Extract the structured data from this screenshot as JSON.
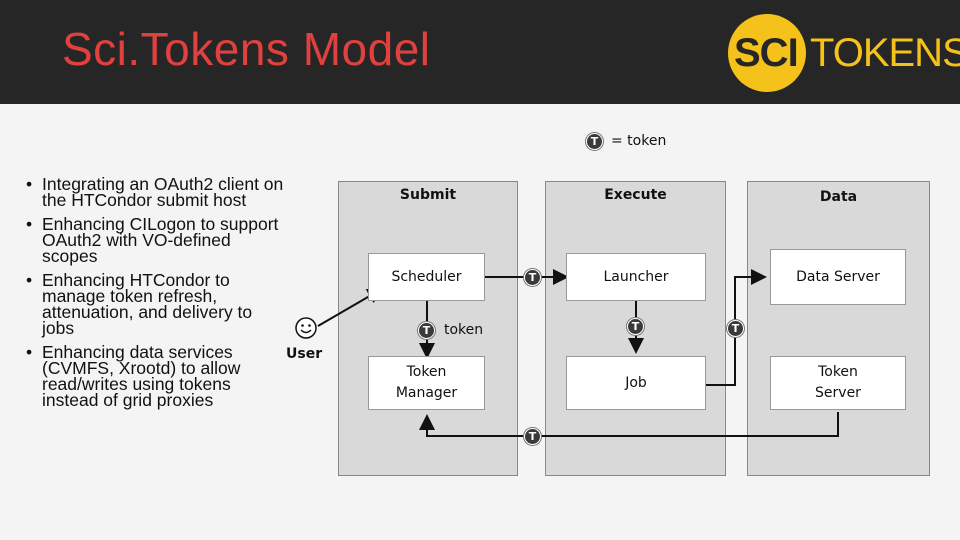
{
  "header": {
    "title": "Sci.Tokens Model"
  },
  "logo": {
    "left": "SCI",
    "right": "TOKENS"
  },
  "legend": {
    "symbol": "T",
    "text": "= token"
  },
  "bullets": [
    "Integrating an OAuth2 client on the HTCondor submit host",
    "Enhancing CILogon to support OAuth2 with VO-defined scopes",
    "Enhancing HTCondor to manage token refresh, attenuation, and delivery to jobs",
    "Enhancing data services (CVMFS, Xrootd) to allow read/writes using tokens instead of grid proxies"
  ],
  "diagram": {
    "user_label": "User",
    "submit": {
      "label": "Submit",
      "scheduler": "Scheduler",
      "token_manager": "Token Manager",
      "token_label": "token"
    },
    "execute": {
      "label": "Execute",
      "launcher": "Launcher",
      "job": "Job"
    },
    "data": {
      "label": "Data",
      "data_server": "Data Server",
      "token_server": "Token Server"
    },
    "token_symbol": "T"
  },
  "colors": {
    "title": "#e0413f",
    "header_bg": "#262626",
    "logo_yellow": "#f4c21b",
    "panel": "#d9d9d9"
  }
}
